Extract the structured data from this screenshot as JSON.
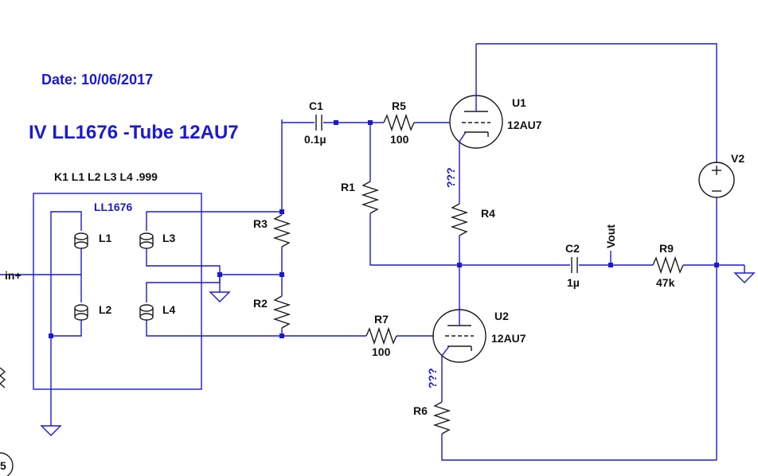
{
  "date": "Date: 10/06/2017",
  "title": "IV LL1676 -Tube 12AU7",
  "coupling_note": "K1 L1 L2 L3 L4 .999",
  "transformer_label": "LL1676",
  "input_label": "in+",
  "output_label": "Vout",
  "components": {
    "C1": {
      "name": "C1",
      "value": "0.1µ"
    },
    "C2": {
      "name": "C2",
      "value": "1µ"
    },
    "R1": {
      "name": "R1"
    },
    "R2": {
      "name": "R2"
    },
    "R3": {
      "name": "R3"
    },
    "R4": {
      "name": "R4"
    },
    "R5": {
      "name": "R5",
      "value": "100"
    },
    "R6": {
      "name": "R6"
    },
    "R7": {
      "name": "R7",
      "value": "100"
    },
    "R9": {
      "name": "R9",
      "value": "47k"
    },
    "U1": {
      "name": "U1",
      "value": "12AU7"
    },
    "U2": {
      "name": "U2",
      "value": "12AU7"
    },
    "V2": {
      "name": "V2"
    },
    "L1": {
      "name": "L1"
    },
    "L2": {
      "name": "L2"
    },
    "L3": {
      "name": "L3"
    },
    "L4": {
      "name": "L4"
    }
  },
  "unknown_value_r4": "???",
  "unknown_value_r6": "???",
  "partial_label": "5",
  "colors": {
    "wire": "#1a1ad0",
    "component": "#1a1a1a",
    "text": "#111111"
  }
}
